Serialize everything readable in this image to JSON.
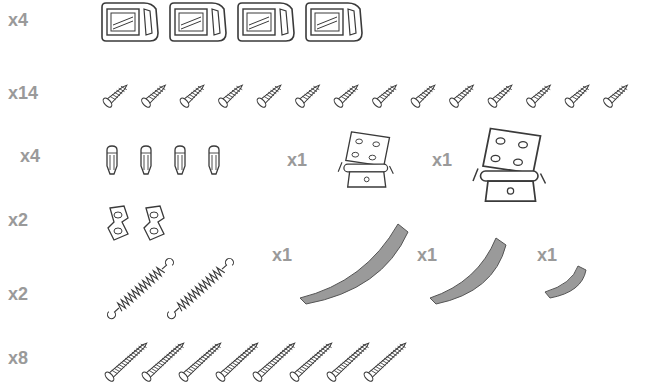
{
  "diagram": {
    "labels": [
      "x4",
      "x14",
      "x4",
      "x1",
      "x1",
      "x2",
      "x1",
      "x1",
      "x1",
      "x2",
      "x8"
    ]
  }
}
